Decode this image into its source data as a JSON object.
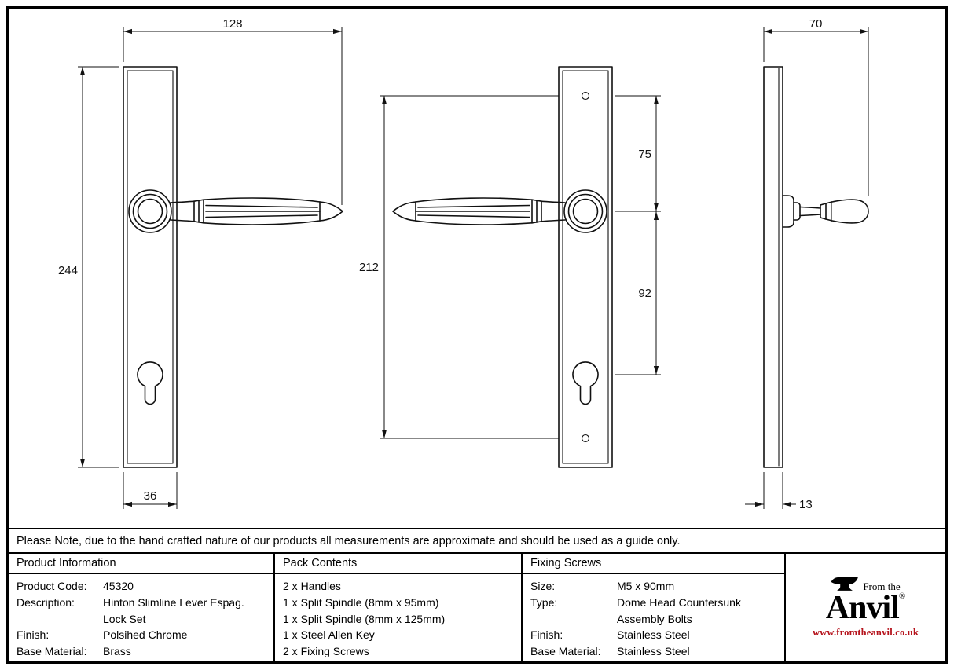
{
  "note": {
    "text": "Please Note, due to the hand crafted nature of our products all measurements are approximate and should be used as a guide only."
  },
  "drawings": {
    "front_view": {
      "overall_width": "128",
      "plate_height": "244",
      "plate_width": "36"
    },
    "spacing_view": {
      "screw_centres": "212",
      "top_to_lever": "75",
      "lever_to_keyhole": "92"
    },
    "side_view": {
      "projection": "70",
      "plate_thickness": "13"
    }
  },
  "table": {
    "product_information": {
      "header": "Product Information",
      "rows": [
        {
          "label": "Product Code:",
          "value": "45320"
        },
        {
          "label": "Description:",
          "value": "Hinton Slimline Lever Espag."
        },
        {
          "label": "",
          "value": "Lock Set"
        },
        {
          "label": "Finish:",
          "value": "Polsihed Chrome"
        },
        {
          "label": "Base Material:",
          "value": "Brass"
        }
      ]
    },
    "pack_contents": {
      "header": "Pack Contents",
      "items": [
        "2 x Handles",
        "1 x Split Spindle (8mm x 95mm)",
        "1 x Split Spindle (8mm x 125mm)",
        "1 x Steel Allen Key",
        "2 x Fixing Screws"
      ]
    },
    "fixing_screws": {
      "header": "Fixing Screws",
      "rows": [
        {
          "label": "Size:",
          "value": "M5 x 90mm"
        },
        {
          "label": "Type:",
          "value": "Dome Head Countersunk"
        },
        {
          "label": "",
          "value": "Assembly Bolts"
        },
        {
          "label": "Finish:",
          "value": "Stainless Steel"
        },
        {
          "label": "Base Material:",
          "value": "Stainless Steel"
        }
      ]
    }
  },
  "logo": {
    "from_the": "From the",
    "name": "Anvil",
    "registered": "®",
    "url": "www.fromtheanvil.co.uk",
    "url_color": "#b5121b"
  }
}
